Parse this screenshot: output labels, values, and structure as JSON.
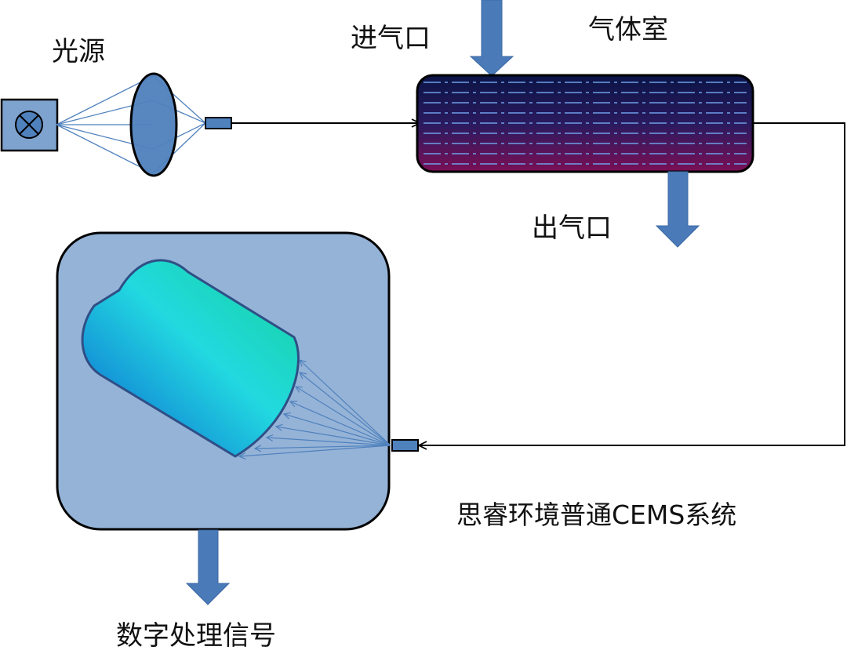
{
  "labels": {
    "light_source": "光源",
    "inlet": "进气口",
    "gas_cell": "气体室",
    "outlet": "出气口",
    "system_name": "思睿环境普通CEMS系统",
    "digital_signal": "数字处理信号"
  },
  "colors": {
    "component_fill": "#4f81bd",
    "box_fill": "#95b3d7",
    "arrow_fill": "#4a7ab8",
    "cell_top": "#0b1445",
    "cell_bottom": "#7a0f55",
    "grating_start": "#0a6fd6",
    "grating_mid": "#22d9e0",
    "grating_end": "#14d39a"
  },
  "icons": [
    "light-source-icon",
    "lens-icon",
    "gas-cell-icon",
    "grating-icon",
    "flow-arrow-icon"
  ]
}
